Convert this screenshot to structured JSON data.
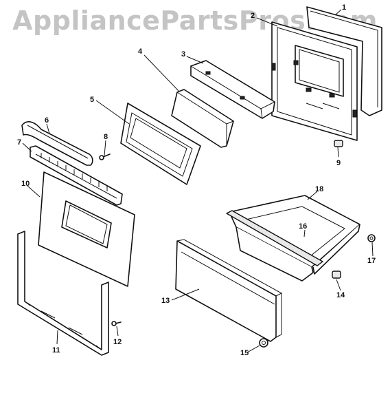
{
  "watermark": "AppliancePartsPros.com",
  "callouts": [
    {
      "id": "1",
      "label": "1",
      "part": "door-frame-panel"
    },
    {
      "id": "2",
      "label": "2",
      "part": "inner-door-assembly"
    },
    {
      "id": "3",
      "label": "3",
      "part": "door-handle-trim"
    },
    {
      "id": "4",
      "label": "4",
      "part": "door-glass"
    },
    {
      "id": "5",
      "label": "5",
      "part": "glass-frame"
    },
    {
      "id": "6",
      "label": "6",
      "part": "door-handle"
    },
    {
      "id": "7",
      "label": "7",
      "part": "vent-trim"
    },
    {
      "id": "8",
      "label": "8",
      "part": "screw"
    },
    {
      "id": "9",
      "label": "9",
      "part": "clip"
    },
    {
      "id": "10",
      "label": "10",
      "part": "outer-door-panel"
    },
    {
      "id": "11",
      "label": "11",
      "part": "door-liner-frame"
    },
    {
      "id": "12",
      "label": "12",
      "part": "screw"
    },
    {
      "id": "13",
      "label": "13",
      "part": "drawer-front"
    },
    {
      "id": "14",
      "label": "14",
      "part": "clip"
    },
    {
      "id": "15",
      "label": "15",
      "part": "drawer-roller"
    },
    {
      "id": "16",
      "label": "16",
      "part": "screw"
    },
    {
      "id": "17",
      "label": "17",
      "part": "drawer-roller"
    },
    {
      "id": "18",
      "label": "18",
      "part": "drawer-body"
    }
  ]
}
